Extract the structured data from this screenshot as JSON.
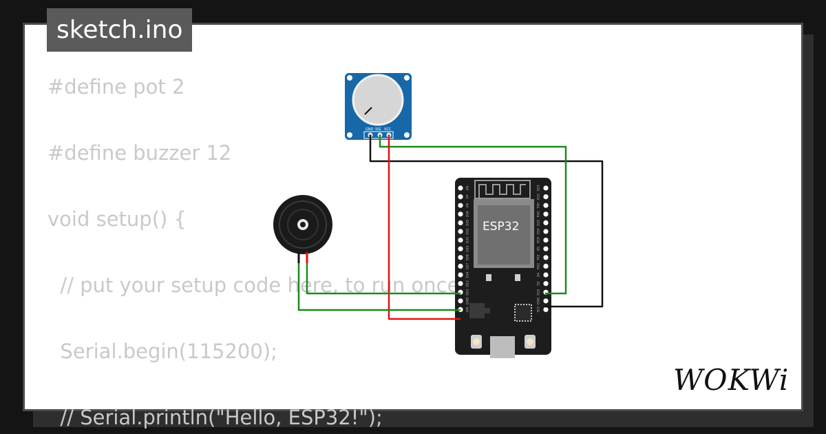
{
  "header": {
    "file_name": "sketch.ino"
  },
  "code_lines": [
    "#define pot 2",
    "#define buzzer 12",
    "void setup() {",
    "  // put your setup code here, to run once:",
    "  Serial.begin(115200);",
    "  // Serial.println(\"Hello, ESP32!\");"
  ],
  "potentiometer": {
    "pin_labels": [
      "GND",
      "SIG",
      "VCC"
    ]
  },
  "esp32": {
    "chip_label": "ESP32",
    "left_pins": [
      "EN",
      "VP",
      "VN",
      "D34",
      "D35",
      "D32",
      "D33",
      "D25",
      "D26",
      "D27",
      "D14",
      "D12",
      "D13",
      "GND",
      "VIN"
    ],
    "right_pins": [
      "D23",
      "D22",
      "TX0",
      "RX0",
      "D21",
      "D19",
      "D18",
      "D5",
      "TX2",
      "RX2",
      "D4",
      "D2",
      "D15",
      "GND",
      "3V3"
    ]
  },
  "brand": {
    "logo_text": "WOKWi"
  },
  "colors": {
    "wire_green": "#1a8a1a",
    "wire_red": "#e01010",
    "wire_black": "#111111",
    "pot_board": "#1768a8",
    "esp_board": "#1d1d1d"
  }
}
